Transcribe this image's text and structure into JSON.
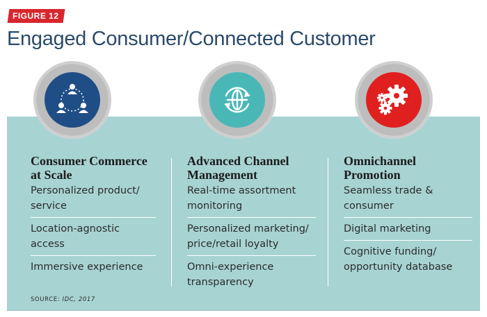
{
  "badge": "FIGURE 12",
  "title": "Engaged Consumer/Connected Customer",
  "colors": {
    "badge": "#d8262e",
    "panel": "#a8d3d3",
    "title": "#2a4a6b",
    "icon_blue": "#1f4e86",
    "icon_teal": "#4ab7b7",
    "icon_red": "#e0201f"
  },
  "columns": [
    {
      "icon": "network-users-icon",
      "title": "Consumer Commerce at Scale",
      "items": [
        "Personalized product/ service",
        "Location-agnostic access",
        "Immersive experience"
      ]
    },
    {
      "icon": "globe-arrows-icon",
      "title": "Advanced Channel Management",
      "items": [
        "Real-time assortment monitoring",
        "Personalized marketing/ price/retail loyalty",
        "Omni-experience transparency"
      ]
    },
    {
      "icon": "gears-icon",
      "title": "Omnichannel Promotion",
      "items": [
        "Seamless trade & consumer",
        "Digital marketing",
        "Cognitive funding/ opportunity database"
      ]
    }
  ],
  "source_label": "SOURCE:",
  "source_value": "IDC, 2017"
}
